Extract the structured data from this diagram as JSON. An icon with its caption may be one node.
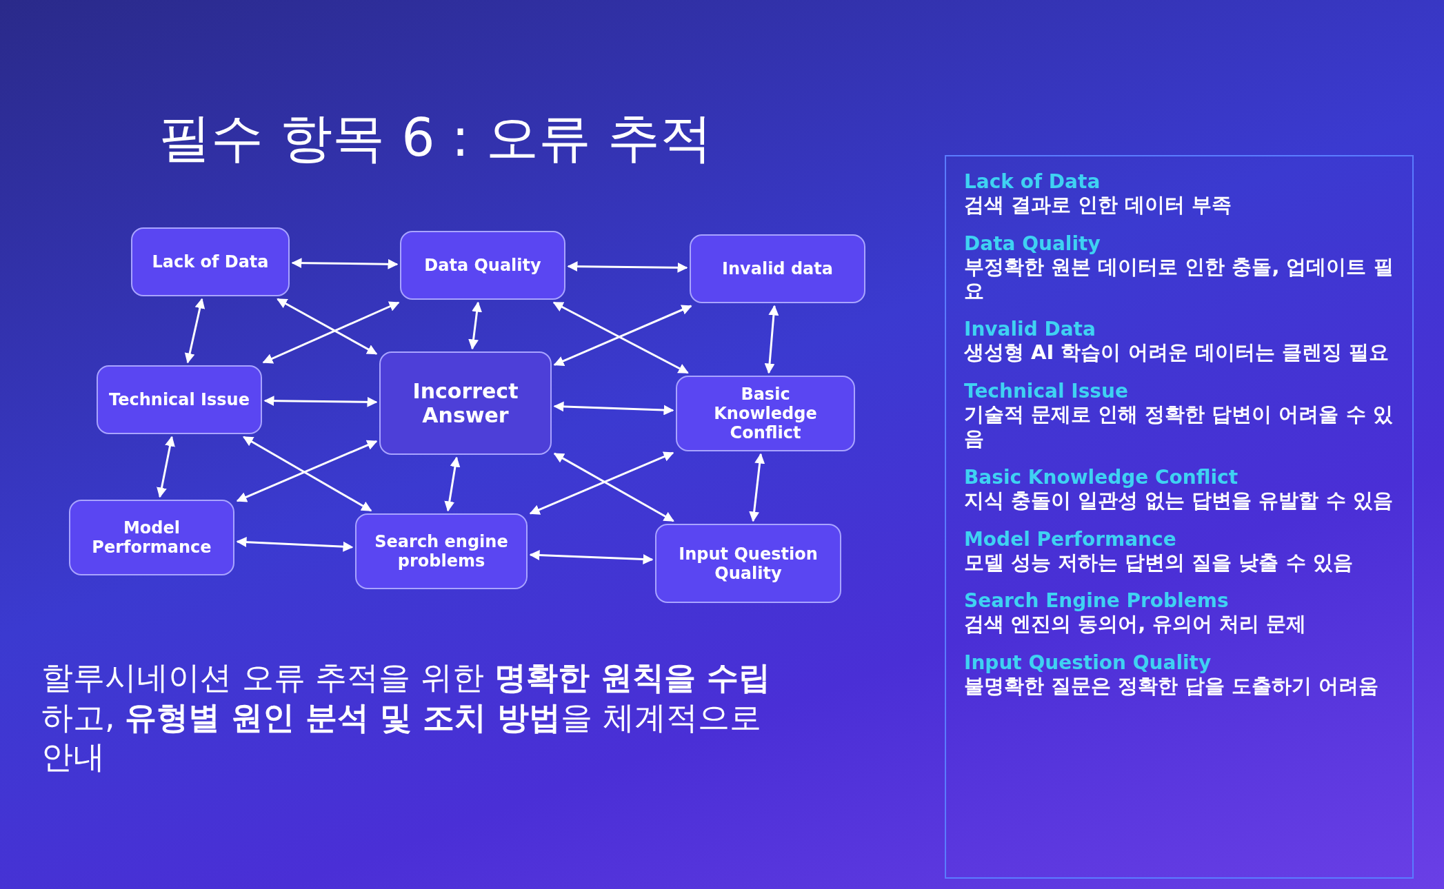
{
  "diagram": {
    "title": "필수 항목 6 : 오류 추적",
    "nodes": [
      {
        "text": [
          "Lack of Data"
        ]
      },
      {
        "text": [
          "Data Quality"
        ]
      },
      {
        "text": [
          "Invalid data"
        ]
      },
      {
        "text": [
          "Technical Issue"
        ]
      },
      {
        "text": [
          "Incorrect Answer"
        ]
      },
      {
        "text": [
          "Basic Knowledge Conflict"
        ]
      },
      {
        "text": [
          "Model Performance"
        ]
      },
      {
        "text": [
          "Search engine problems"
        ]
      },
      {
        "text": [
          "Input Question Quality"
        ]
      },
      {
        "text": [
          "Lack of Data",
          "검색 결과로 인한 데이터 부족",
          "Data Quality",
          "부정확한 원본 데이터로 인한 충돌, 업데이트 필요",
          "Invalid Data",
          "생성형 AI 학습이 어려운 데이터는 클렌징 필요",
          "Technical Issue",
          "기술적 문제로 인해 정확한 답변이 어려울 수 있음",
          "Basic Knowledge Conflict",
          "지식 충돌이 일관성 없는 답변을 유발할 수 있음",
          "Model Performance",
          "모델 성능 저하는 답변의 질을 낮출 수 있음",
          "Search Engine Problems",
          "검색 엔진의 동의어, 유의어 처리 문제",
          "Input Question Quality",
          "불명확한 질문은 정확한 답을 도출하기 어려움"
        ]
      }
    ],
    "edges": [
      {
        "from": 0,
        "to": 1,
        "arrow": "both"
      },
      {
        "from": 1,
        "to": 2,
        "arrow": "both"
      },
      {
        "from": 0,
        "to": 3,
        "arrow": "both"
      },
      {
        "from": 0,
        "to": 4,
        "arrow": "both"
      },
      {
        "from": 1,
        "to": 3,
        "arrow": "both"
      },
      {
        "from": 1,
        "to": 4,
        "arrow": "both"
      },
      {
        "from": 1,
        "to": 5,
        "arrow": "both"
      },
      {
        "from": 2,
        "to": 4,
        "arrow": "both"
      },
      {
        "from": 2,
        "to": 5,
        "arrow": "both"
      },
      {
        "from": 3,
        "to": 4,
        "arrow": "both"
      },
      {
        "from": 4,
        "to": 5,
        "arrow": "both"
      },
      {
        "from": 3,
        "to": 6,
        "arrow": "both"
      },
      {
        "from": 3,
        "to": 7,
        "arrow": "both"
      },
      {
        "from": 6,
        "to": 4,
        "arrow": "both"
      },
      {
        "from": 4,
        "to": 7,
        "arrow": "both"
      },
      {
        "from": 4,
        "to": 8,
        "arrow": "both"
      },
      {
        "from": 7,
        "to": 5,
        "arrow": "both"
      },
      {
        "from": 5,
        "to": 8,
        "arrow": "both"
      },
      {
        "from": 6,
        "to": 7,
        "arrow": "both"
      },
      {
        "from": 7,
        "to": 8,
        "arrow": "both"
      }
    ],
    "labels": [
      "할루시네이션 오류 추적을 위한 **명확한 원칙을 수립**하고, **유형별 원인 분석 및 조치 방법**을 체계적으로 안내"
    ]
  }
}
